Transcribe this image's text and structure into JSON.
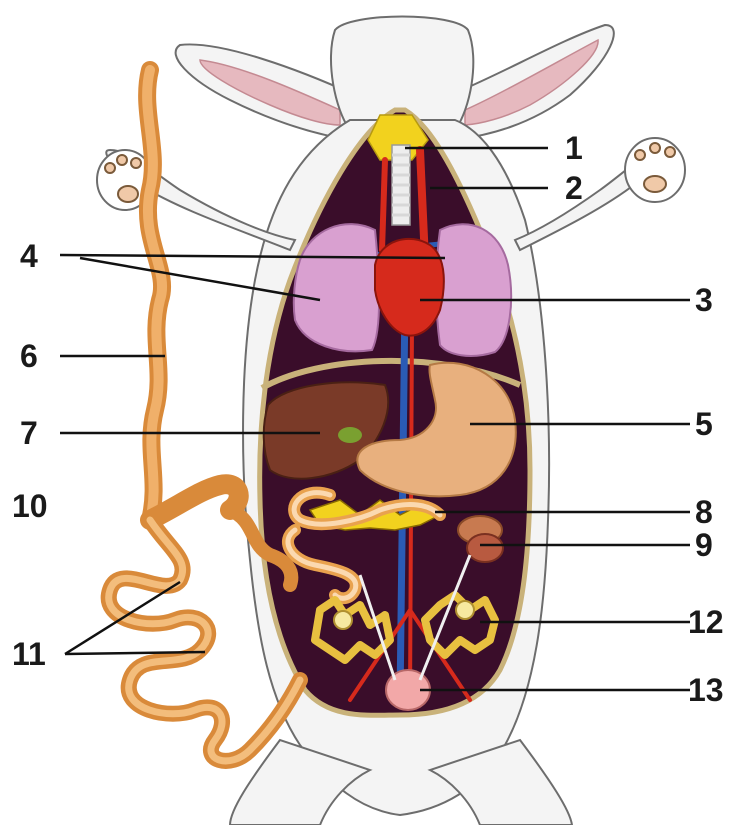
{
  "labels": {
    "l1": "1",
    "l2": "2",
    "l3": "3",
    "l4": "4",
    "l5": "5",
    "l6": "6",
    "l7": "7",
    "l8": "8",
    "l9": "9",
    "l10": "10",
    "l11": "11",
    "l12": "12",
    "l13": "13"
  },
  "colors": {
    "body_cavity": "#3a0d2a",
    "heart": "#d62a1c",
    "lungs": "#d9a0d0",
    "liver": "#7a3a28",
    "stomach": "#e8b07e",
    "intestine": "#e9a24e",
    "trachea_gland": "#f2d21e",
    "fur_outline": "#7a7a7a"
  }
}
